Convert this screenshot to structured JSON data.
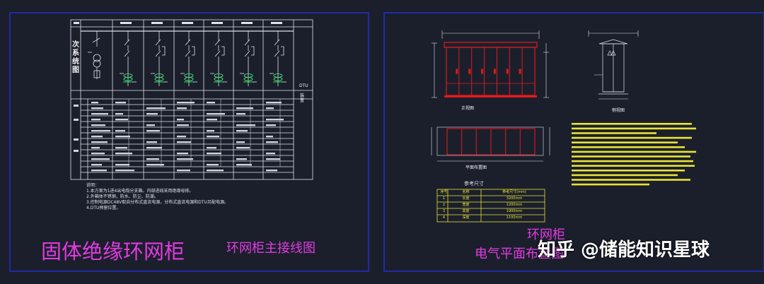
{
  "left": {
    "main_title": "固体绝缘环网柜",
    "sub_title": "环网柜主接线图",
    "vertical_label": "次系统图",
    "dtu_label": "DTU",
    "dtu_sub": "装置",
    "notes_heading": "说明：",
    "notes": [
      "1.本方案为1进4出电缆分支箱。内部进线采用绝缘母排。",
      "2.外箱体不锈钢，防水、防尘、防潮。",
      "3.控制电源DC48V取自分布式直流电源，分布式直流电源和DTU另配电源。",
      "4.DTU预留位置。"
    ]
  },
  "right": {
    "elevation_label": "正视图",
    "side_label": "侧视图",
    "plan_label": "平面布置图",
    "ref_table_title": "参考尺寸",
    "ref_table_headers": [
      "序号",
      "名称",
      "参考尺寸(mm)"
    ],
    "ref_table_rows": [
      [
        "1",
        "长度",
        "3200mm"
      ],
      [
        "2",
        "宽度",
        "1200mm"
      ],
      [
        "3",
        "高度",
        "1900mm"
      ],
      [
        "4",
        "深度",
        "1100mm"
      ]
    ],
    "title_line1": "环网柜",
    "title_line2": "电气平面布置图"
  },
  "watermark": "知乎 @储能知识星球",
  "colors": {
    "background": "#1b1f2c",
    "frame_blue": "#2430d8",
    "drawing_white": "#dfe3ea",
    "green_ct": "#3fd66a",
    "red_cabinet": "#e01b1b",
    "magenta_text": "#e23be0",
    "yellow_text": "#e8e237"
  }
}
